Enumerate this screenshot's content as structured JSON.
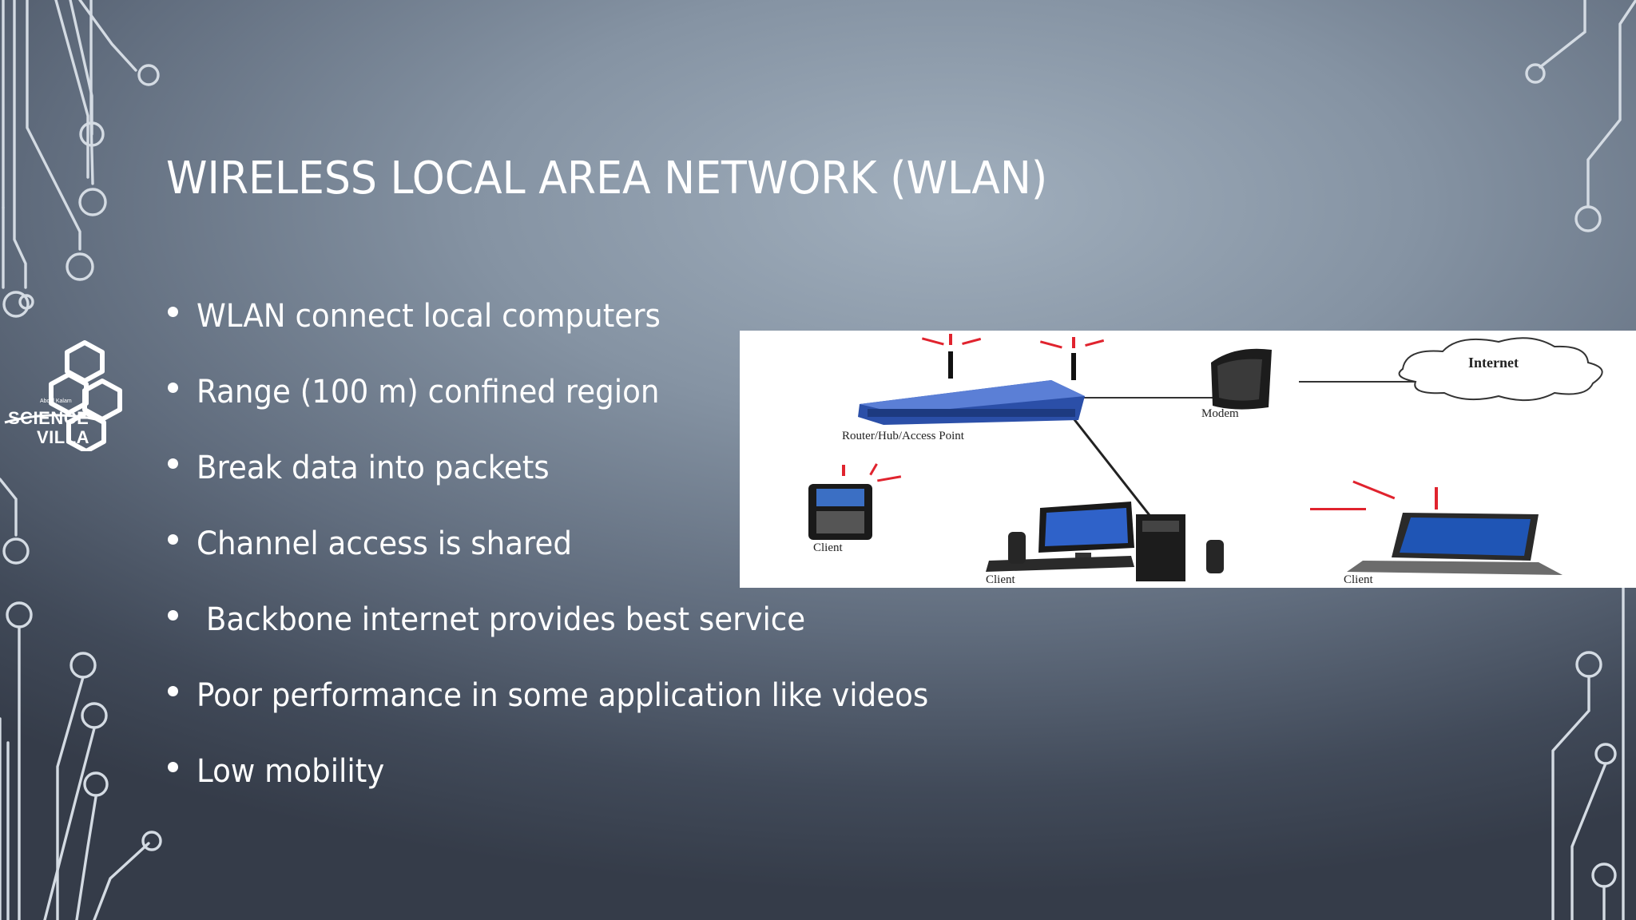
{
  "slide": {
    "title": "WIRELESS LOCAL AREA NETWORK (WLAN)",
    "bullets": [
      "WLAN connect local computers",
      "Range (100 m) confined region",
      "Break data into packets",
      "Channel access is shared",
      " Backbone internet provides best service",
      "Poor performance in some application like videos",
      "Low mobility"
    ]
  },
  "logo": {
    "line1": "SCIENCE",
    "line2": "VILLA",
    "tagline": "Abdul Kalam"
  },
  "diagram": {
    "labels": {
      "router": "Router/Hub/Access Point",
      "modem": "Modem",
      "internet": "Internet",
      "client_phone": "Client",
      "client_desktop": "Client",
      "client_laptop": "Client"
    }
  },
  "colors": {
    "background_center": "#a1afbd",
    "background_edge": "#353c49",
    "text": "#ffffff",
    "circuit": "#d4dbe3",
    "signal": "#e0232e",
    "router_blue": "#2b4fa8"
  }
}
